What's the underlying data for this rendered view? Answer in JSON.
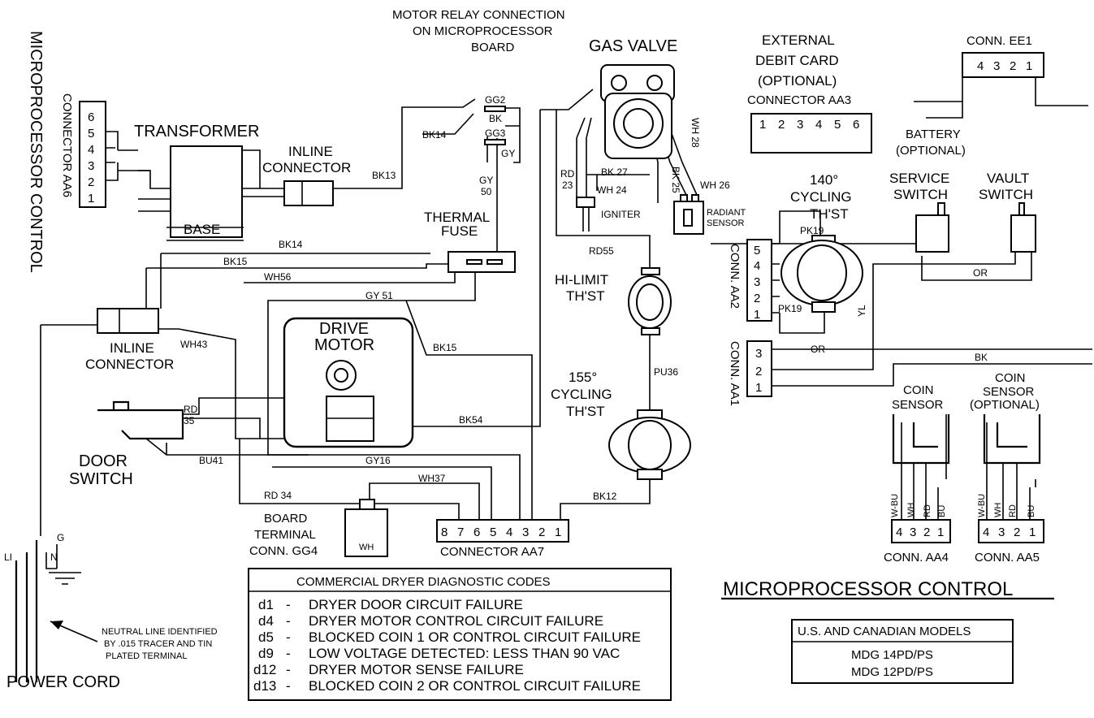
{
  "diagram": {
    "side_title": "MICROPROCESSOR CONTROL",
    "connector_aa6": {
      "label": "CONNECTOR AA6",
      "pins": [
        "6",
        "5",
        "4",
        "3",
        "2",
        "1"
      ]
    },
    "transformer": {
      "label": "TRANSFORMER",
      "base": "BASE"
    },
    "inline_top": [
      "INLINE",
      "CONNECTOR"
    ],
    "inline_left": [
      "INLINE",
      "CONNECTOR"
    ],
    "motor_relay": [
      "MOTOR RELAY CONNECTION",
      "ON MICROPROCESSOR",
      "BOARD"
    ],
    "gg2": "GG2",
    "gg3": "GG3",
    "bk": "BK",
    "gy": "GY",
    "gy50": [
      "GY",
      "50"
    ],
    "thermal_fuse": [
      "THERMAL",
      "FUSE"
    ],
    "gas_valve": "GAS VALVE",
    "rd23": [
      "RD",
      "23"
    ],
    "bk27": "BK 27",
    "wh24": "WH 24",
    "wh28": "WH 28",
    "bk25": "BK 25",
    "wh26": "WH 26",
    "igniter": "IGNITER",
    "radiant_sensor": [
      "RADIANT",
      "SENSOR"
    ],
    "rd55": "RD55",
    "hi_limit": [
      "HI-LIMIT",
      "TH'ST"
    ],
    "pu36": "PU36",
    "cycling155": [
      "155°",
      "CYCLING",
      "TH'ST"
    ],
    "external_debit": [
      "EXTERNAL",
      "DEBIT CARD",
      "(OPTIONAL)",
      "CONNECTOR AA3"
    ],
    "aa3_pins": [
      "1",
      "2",
      "3",
      "4",
      "5",
      "6"
    ],
    "conn_ee1": "CONN. EE1",
    "ee1_pins": [
      "4",
      "3",
      "2",
      "1"
    ],
    "battery": [
      "BATTERY",
      "(OPTIONAL)"
    ],
    "cycling140": [
      "140°",
      "CYCLING",
      "TH'ST"
    ],
    "pk19a": "PK19",
    "pk19b": "PK19",
    "conn_aa2": {
      "label": "CONN. AA2",
      "pins": [
        "5",
        "4",
        "3",
        "2",
        "1"
      ]
    },
    "conn_aa1": {
      "label": "CONN. AA1",
      "pins": [
        "3",
        "2",
        "1"
      ]
    },
    "service_switch": [
      "SERVICE",
      "SWITCH"
    ],
    "vault_switch": [
      "VAULT",
      "SWITCH"
    ],
    "or1": "OR",
    "or2": "OR",
    "yl": "YL",
    "bk_right": "BK",
    "coin_sensor": [
      "COIN",
      "SENSOR"
    ],
    "coin_sensor_opt": [
      "COIN",
      "SENSOR",
      "(OPTIONAL)"
    ],
    "coin_wires": [
      "W-BU",
      "WH",
      "RD",
      "BU"
    ],
    "coin_pins": [
      "4",
      "3",
      "2",
      "1"
    ],
    "conn_aa4": "CONN. AA4",
    "conn_aa5": "CONN. AA5",
    "wire_bk14a": "BK14",
    "wire_bk13": "BK13",
    "wire_bk14b": "BK14",
    "wire_bk15a": "BK15",
    "wire_wh56": "WH56",
    "wire_gy51": "GY 51",
    "wire_wh43": "WH43",
    "wire_bk15b": "BK15",
    "wire_bk54": "BK54",
    "wire_rd35": [
      "RD",
      "35"
    ],
    "wire_bu41": "BU41",
    "wire_gy16": "GY16",
    "wire_wh37": "WH37",
    "wire_rd34": "RD 34",
    "wire_bk12": "BK12",
    "drive_motor": [
      "DRIVE",
      "MOTOR"
    ],
    "door_switch": [
      "DOOR",
      "SWITCH"
    ],
    "board_terminal": [
      "BOARD",
      "TERMINAL",
      "CONN. GG4"
    ],
    "wh_box": "WH",
    "connector_aa7": {
      "label": "CONNECTOR AA7",
      "pins": [
        "8",
        "7",
        "6",
        "5",
        "4",
        "3",
        "2",
        "1"
      ]
    },
    "power_cord": "POWER CORD",
    "cord_labels": {
      "g": "G",
      "n": "N",
      "l": "LI"
    },
    "neutral_note": [
      "NEUTRAL LINE IDENTIFIED",
      "BY .015 TRACER AND TIN",
      "PLATED TERMINAL"
    ],
    "main_title": "MICROPROCESSOR CONTROL",
    "models": {
      "heading": "U.S. AND CANADIAN MODELS",
      "lines": [
        "MDG 14PD/PS",
        "MDG 12PD/PS"
      ]
    }
  },
  "diagnostic_codes": {
    "title": "COMMERCIAL DRYER DIAGNOSTIC CODES",
    "rows": [
      {
        "code": "d1",
        "dash": "-",
        "desc": "DRYER DOOR CIRCUIT FAILURE"
      },
      {
        "code": "d4",
        "dash": "-",
        "desc": "DRYER MOTOR CONTROL CIRCUIT FAILURE"
      },
      {
        "code": "d5",
        "dash": "-",
        "desc": "BLOCKED COIN 1 OR CONTROL CIRCUIT FAILURE"
      },
      {
        "code": "d9",
        "dash": "-",
        "desc": "LOW VOLTAGE DETECTED: LESS THAN 90 VAC"
      },
      {
        "code": "d12",
        "dash": "-",
        "desc": "DRYER MOTOR SENSE FAILURE"
      },
      {
        "code": "d13",
        "dash": "-",
        "desc": "BLOCKED COIN 2 OR CONTROL CIRCUIT FAILURE"
      }
    ]
  }
}
